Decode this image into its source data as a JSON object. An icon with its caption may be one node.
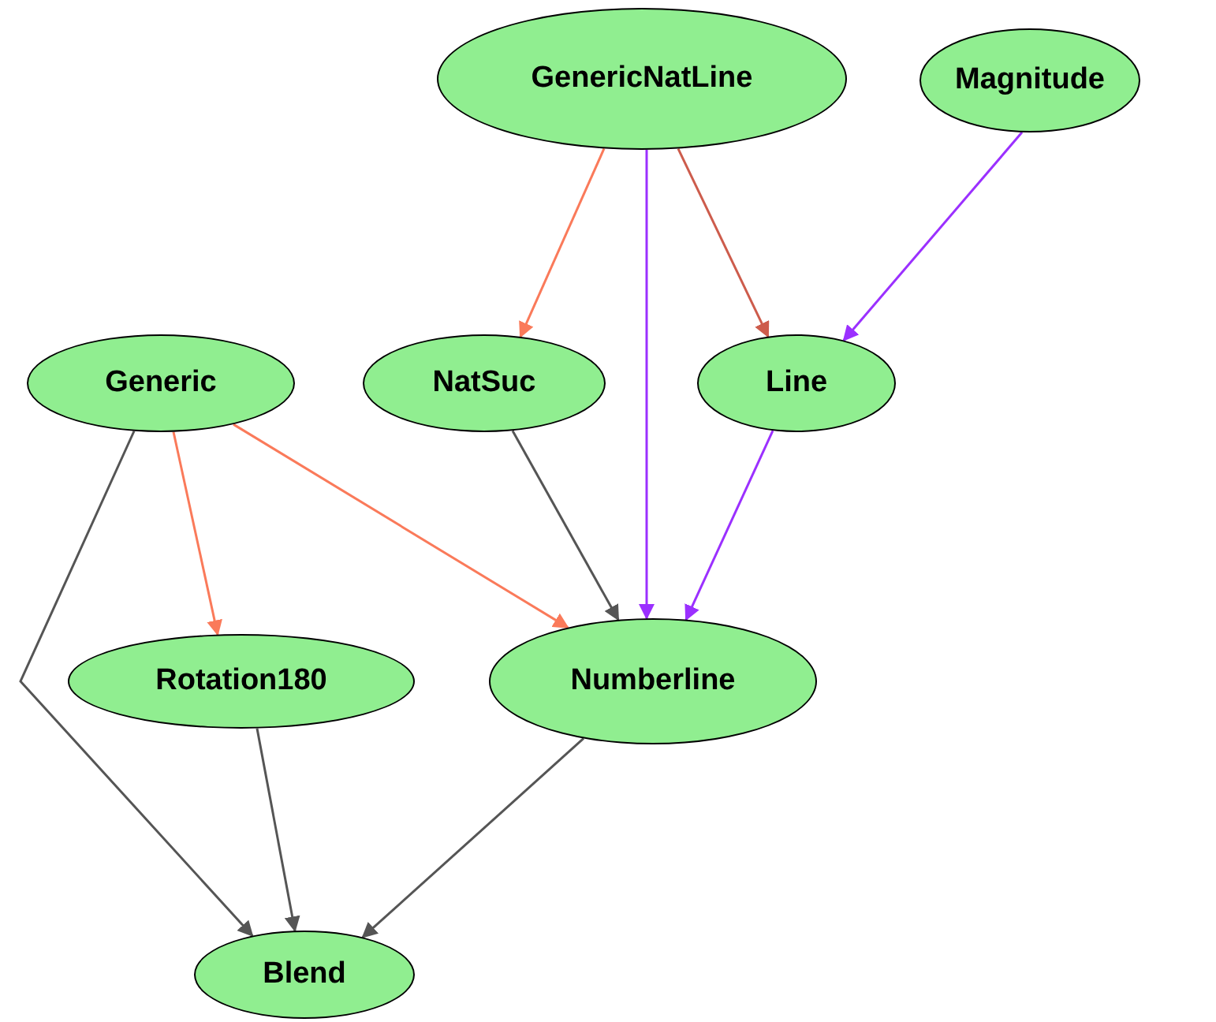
{
  "diagram": {
    "nodes": [
      {
        "text": [
          "GenericNatLine"
        ]
      },
      {
        "text": [
          "Magnitude"
        ]
      },
      {
        "text": [
          "Generic"
        ]
      },
      {
        "text": [
          "NatSuc"
        ]
      },
      {
        "text": [
          "Line"
        ]
      },
      {
        "text": [
          "Rotation180"
        ]
      },
      {
        "text": [
          "Numberline"
        ]
      },
      {
        "text": [
          "Blend"
        ]
      }
    ],
    "edges": [
      {
        "from": 0,
        "to": 3,
        "arrow": "to",
        "color": "#fa7a5a"
      },
      {
        "from": 0,
        "to": 6,
        "arrow": "to",
        "color": "#9b30ff"
      },
      {
        "from": 0,
        "to": 4,
        "arrow": "to",
        "color": "#cd5c4c"
      },
      {
        "from": 1,
        "to": 4,
        "arrow": "to",
        "color": "#9b30ff"
      },
      {
        "from": 2,
        "to": 5,
        "arrow": "to",
        "color": "#fa7a5a"
      },
      {
        "from": 2,
        "to": 6,
        "arrow": "to",
        "color": "#fa7a5a"
      },
      {
        "from": 2,
        "to": 7,
        "arrow": "to"
      },
      {
        "from": 3,
        "to": 6,
        "arrow": "to"
      },
      {
        "from": 4,
        "to": 6,
        "arrow": "to",
        "color": "#9b30ff"
      },
      {
        "from": 5,
        "to": 7,
        "arrow": "to"
      },
      {
        "from": 6,
        "to": 7,
        "arrow": "to"
      }
    ]
  }
}
